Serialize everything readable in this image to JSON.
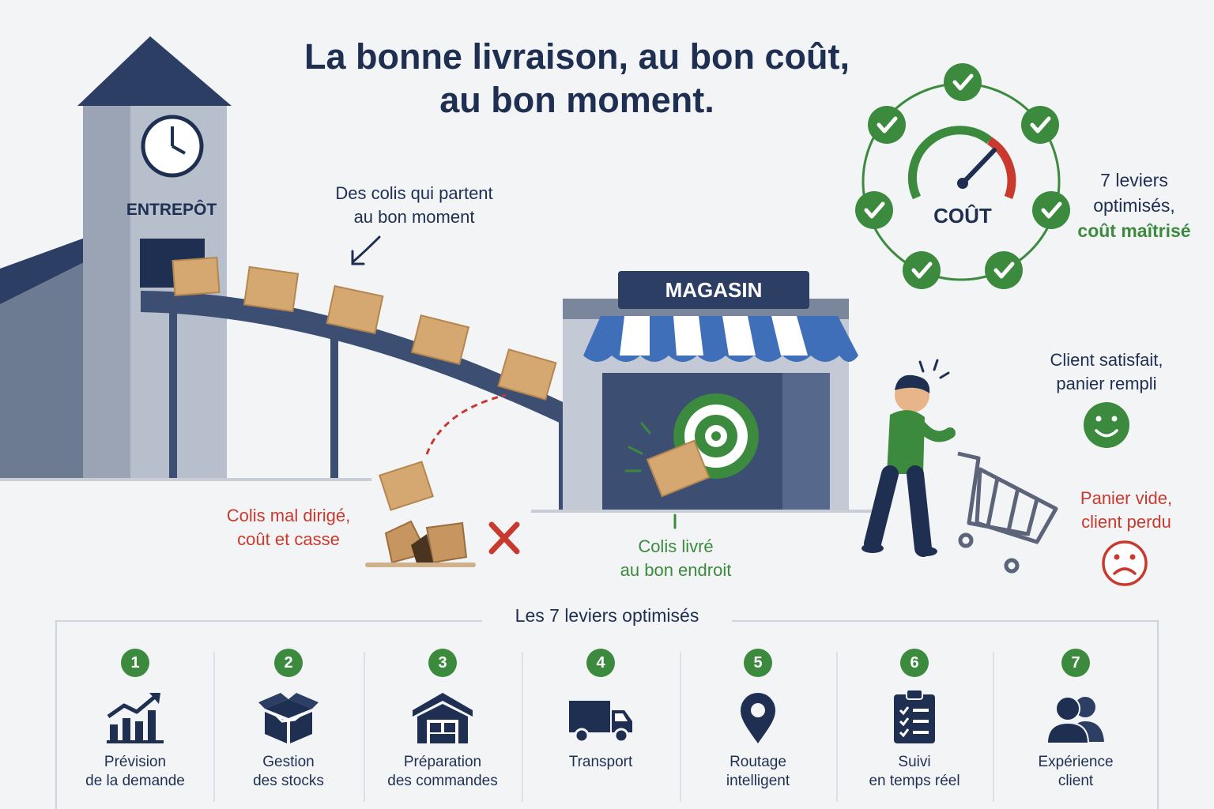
{
  "title_line1": "La bonne livraison, au bon coût,",
  "title_line2": "au bon moment.",
  "warehouse_label": "ENTREPÔT",
  "store_label": "MAGASIN",
  "callout_on_time": [
    "Des colis qui partent",
    "au bon moment"
  ],
  "callout_misrouted": [
    "Colis mal dirigé,",
    "coût et casse"
  ],
  "callout_delivered": [
    "Colis livré",
    "au bon endroit"
  ],
  "gauge_label": "COÛT",
  "gauge_caption": [
    "7 leviers",
    "optimisés,",
    "coût maîtrisé"
  ],
  "satisfied_caption": [
    "Client satisfait,",
    "panier rempli"
  ],
  "lost_caption": [
    "Panier vide,",
    "client perdu"
  ],
  "levers_title": "Les 7 leviers optimisés",
  "levers": [
    {
      "num": "1",
      "line1": "Prévision",
      "line2": "de la demande",
      "icon": "chart-up-icon"
    },
    {
      "num": "2",
      "line1": "Gestion",
      "line2": "des stocks",
      "icon": "open-box-icon"
    },
    {
      "num": "3",
      "line1": "Préparation",
      "line2": "des commandes",
      "icon": "warehouse-icon"
    },
    {
      "num": "4",
      "line1": "Transport",
      "line2": "",
      "icon": "truck-icon"
    },
    {
      "num": "5",
      "line1": "Routage",
      "line2": "intelligent",
      "icon": "map-pin-icon"
    },
    {
      "num": "6",
      "line1": "Suivi",
      "line2": "en temps réel",
      "icon": "clipboard-check-icon"
    },
    {
      "num": "7",
      "line1": "Expérience",
      "line2": "client",
      "icon": "users-icon"
    }
  ],
  "colors": {
    "navy": "#1f2f52",
    "green": "#3b8a3e",
    "red": "#c83a2e",
    "box": "#d6a871",
    "awning_blue": "#3f6fb8"
  }
}
